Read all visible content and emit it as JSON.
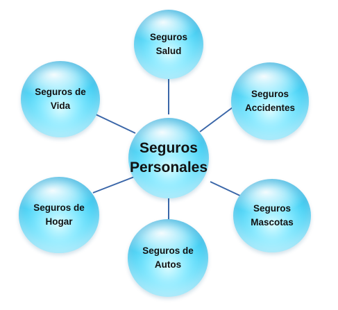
{
  "center": {
    "line1": "Seguros",
    "line2": "Personales"
  },
  "nodes": {
    "salud": {
      "line1": "Seguros",
      "line2": "Salud"
    },
    "vida": {
      "line1": "Seguros de",
      "line2": "Vida"
    },
    "accidentes": {
      "line1": "Seguros",
      "line2": "Accidentes"
    },
    "hogar": {
      "line1": "Seguros de",
      "line2": "Hogar"
    },
    "mascotas": {
      "line1": "Seguros",
      "line2": "Mascotas"
    },
    "autos": {
      "line1": "Seguros de",
      "line2": "Autos"
    }
  },
  "colors": {
    "connector": "#3a66a8",
    "bubble": "#3fd0f5",
    "text": "#111111"
  }
}
